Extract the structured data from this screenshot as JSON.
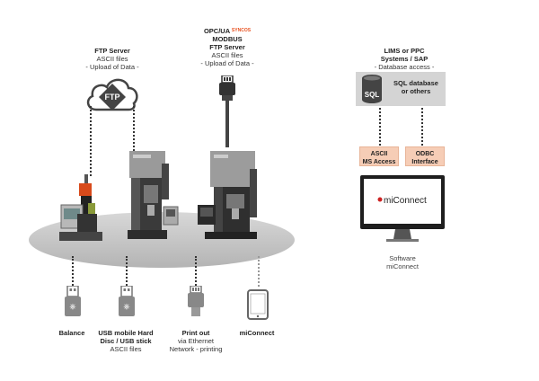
{
  "ftp_server": {
    "title": "FTP Server",
    "line1": "ASCII files",
    "line2": "- Upload of Data -",
    "cloud_label": "FTP"
  },
  "opc_server": {
    "title_line1": "OPC/UA",
    "badge": "SYNCOS",
    "title_line2": "MODBUS",
    "title_line3": "FTP Server",
    "line1": "ASCII files",
    "line2": "- Upload of Data -"
  },
  "lims": {
    "title_line1": "LIMS or PPC",
    "title_line2": "Systems / SAP",
    "line1": "- Database access -"
  },
  "sql_box": {
    "icon_text": "SQL",
    "label_line1": "SQL database",
    "label_line2": "or others"
  },
  "ascii_box": {
    "line1": "ASCII",
    "line2": "MS Access"
  },
  "odbc_box": {
    "line1": "ODBC",
    "line2": "Interface"
  },
  "monitor": {
    "brand": "miConnect"
  },
  "software": {
    "line1": "Software",
    "line2": "miConnect"
  },
  "bottom": {
    "balance": "Balance",
    "usb_title_line1": "USB mobile Hard",
    "usb_title_line2": "Disc / USB stick",
    "usb_sub": "ASCII files",
    "print_title": "Print out",
    "print_sub1": "via Ethernet",
    "print_sub2": "Network - printing",
    "miconnect": "miConnect"
  },
  "colors": {
    "accent_orange": "#e8501e",
    "box_peach": "#f6cdb6",
    "platform_gray": "#c8c8c8",
    "dark": "#333333"
  }
}
